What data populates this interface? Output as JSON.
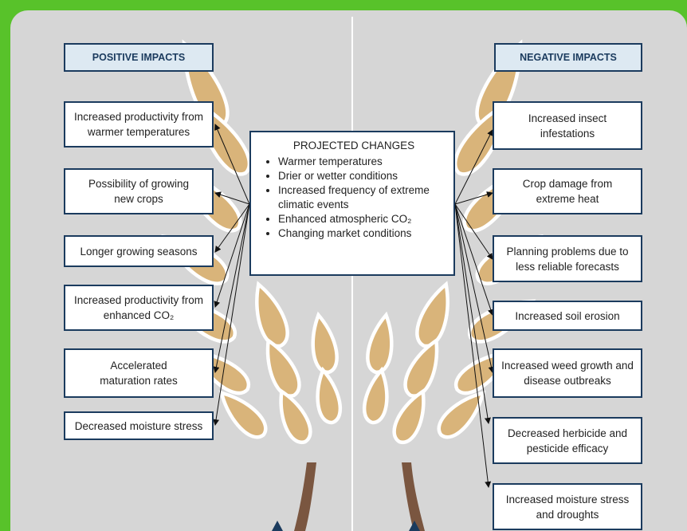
{
  "positive": {
    "header": "POSITIVE IMPACTS",
    "items": [
      "Increased productivity from\nwarmer temperatures",
      "Possibility of growing\nnew crops",
      "Longer growing seasons",
      "Increased productivity from\nenhanced CO₂",
      "Accelerated\nmaturation rates",
      "Decreased moisture stress"
    ]
  },
  "center": {
    "title": "PROJECTED CHANGES",
    "items": [
      "Warmer temperatures",
      "Drier or wetter conditions",
      "Increased frequency of extreme climatic events",
      "Enhanced atmospheric CO₂",
      "Changing market conditions"
    ]
  },
  "negative": {
    "header": "NEGATIVE IMPACTS",
    "items": [
      "Increased insect\ninfestations",
      "Crop damage from\nextreme heat",
      "Planning problems due to\nless reliable forecasts",
      "Increased soil erosion",
      "Increased weed growth and\ndisease outbreaks",
      "Decreased herbicide and\npesticide efficacy",
      "Increased moisture stress\nand droughts"
    ]
  },
  "colors": {
    "frame": "#58c22a",
    "background": "#d6d6d6",
    "grain": "#d9b47a",
    "stem": "#7a5640",
    "box_border": "#1b3b5e",
    "header_fill": "#dde9f2"
  }
}
